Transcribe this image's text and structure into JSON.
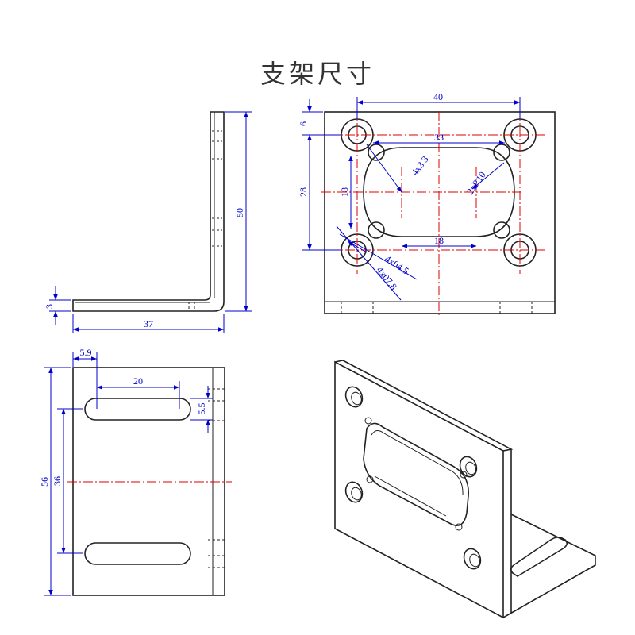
{
  "title": "支架尺寸",
  "colors": {
    "line": "#222222",
    "dimension": "#0000cc",
    "centerline": "#e00000"
  },
  "side_view": {
    "dims": {
      "height": "50",
      "length": "37",
      "thickness": "3"
    }
  },
  "front_view": {
    "dims": {
      "width": "40",
      "top_offset": "6",
      "hole_spacing": "28",
      "slot_length": "33",
      "slot_height": "18",
      "slot_width": "18",
      "slot_hole": "4x3.3",
      "slot_radius": "2xR10",
      "hole_small": "4x04.5",
      "hole_large": "4x07.8"
    }
  },
  "bottom_view": {
    "dims": {
      "slot_offset": "5.9",
      "slot_length": "20",
      "slot_width": "5.5",
      "total_height": "56",
      "slot_spacing": "36"
    }
  }
}
